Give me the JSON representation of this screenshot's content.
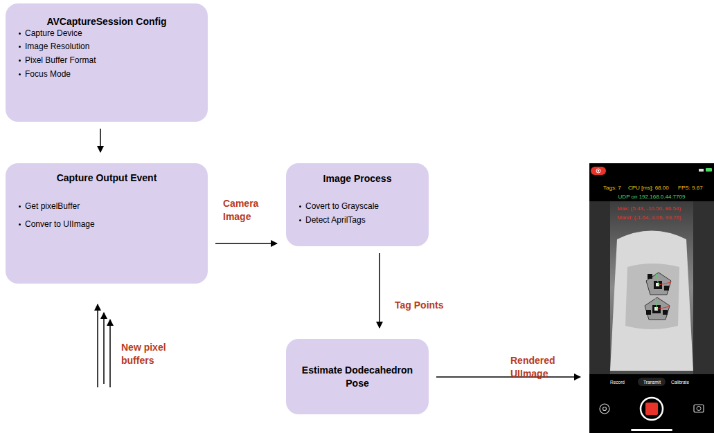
{
  "diagram": {
    "nodes": [
      {
        "text": [
          "AVCaptureSession Config",
          "Capture Device",
          "Image Resolution",
          "Pixel Buffer Format",
          "Focus Mode"
        ]
      },
      {
        "text": [
          "Capture Output Event",
          "Get pixelBuffer",
          "Conver to UIImage"
        ]
      },
      {
        "text": [
          "Image Process",
          "Covert to Grayscale",
          "Detect AprilTags"
        ]
      },
      {
        "text": [
          "Estimate Dodecahedron Pose"
        ]
      },
      {
        "text": [
          "Tags: 7",
          "CPU [ms]: 68.00",
          "FPS: 9.67",
          "UDP on 192.168.0.44:7709",
          "Max: (5.43, -10.50, 86.54)",
          "Mand: (-1.64, 4.06, 93.76)",
          "Record",
          "Transmit",
          "Calibrate"
        ]
      }
    ],
    "edges": [
      {
        "from": 0,
        "to": 1,
        "arrow": "to"
      },
      {
        "from": 1,
        "to": 2,
        "label": "Camera Image",
        "arrow": "to"
      },
      {
        "from": 2,
        "to": 3,
        "label": "Tag Points",
        "arrow": "to"
      },
      {
        "from": 3,
        "to": 4,
        "label": "Rendered UIImage",
        "arrow": "to"
      }
    ],
    "labels": [
      "New pixel buffers"
    ]
  }
}
